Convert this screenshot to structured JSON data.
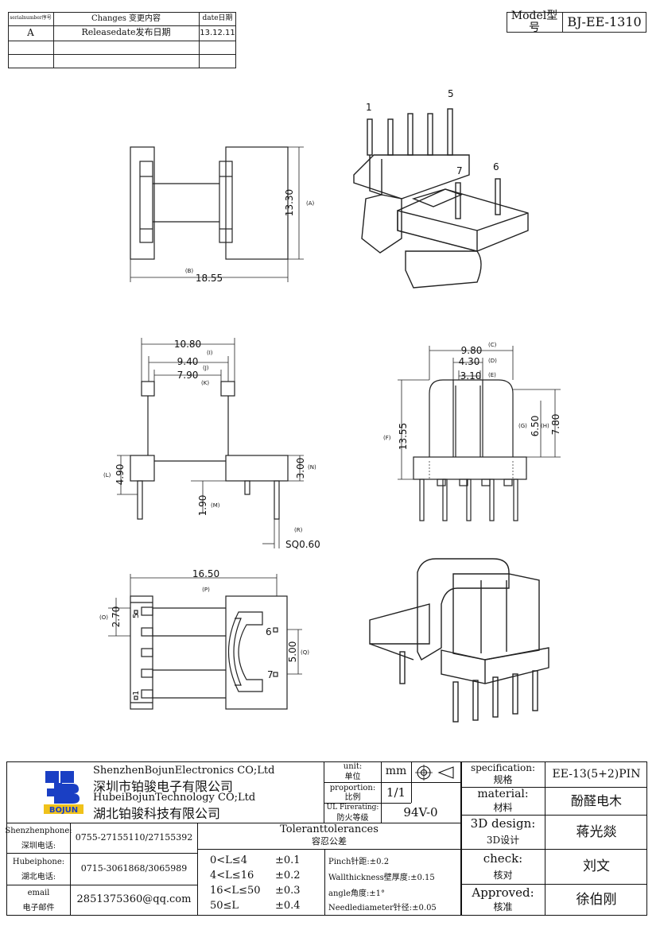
{
  "revision": {
    "headers": [
      "serialnumber序号",
      "Changes 变更内容",
      "date日期"
    ],
    "rows": [
      {
        "serial": "A",
        "change": "Releasedate发布日期",
        "date": "13.12.11"
      }
    ]
  },
  "model": {
    "label": "Model型号",
    "value": "BJ-EE-1310"
  },
  "pins": {
    "p1": "1",
    "p5": "5",
    "p6": "6",
    "p7": "7"
  },
  "dims": {
    "a": "13.30",
    "a_tag": "(A)",
    "b": "18.55",
    "b_tag": "(B)",
    "i": "10.80",
    "i_tag": "(I)",
    "j": "9.40",
    "j_tag": "(J)",
    "k": "7.90",
    "k_tag": "(K)",
    "l": "4.90",
    "l_tag": "(L)",
    "n": "3.00",
    "n_tag": "(N)",
    "m": "1.90",
    "m_tag": "(M)",
    "r": "SQ0.60",
    "r_tag": "(R)",
    "c": "9.80",
    "c_tag": "(C)",
    "d": "4.30",
    "d_tag": "(D)",
    "e": "3.10",
    "e_tag": "(E)",
    "f": "13.55",
    "f_tag": "(F)",
    "g": "6.50",
    "g_tag": "(G)",
    "h": "7.80",
    "h_tag": "(H)",
    "p": "16.50",
    "p_tag": "(P)",
    "o": "2.70",
    "o_tag": "(O)",
    "q": "5.00",
    "q_tag": "(Q)"
  },
  "company": {
    "name1_en": "ShenzhenBojunElectronics CO;Ltd",
    "name1_cn": "深圳市铂骏电子有限公司",
    "name2_en": "HubeiBojunTechnology CO;Ltd",
    "name2_cn": "湖北铂骏科技有限公司",
    "logo_text": "BOJUN"
  },
  "titleblock": {
    "unit_label": "unit:",
    "unit_label_cn": "单位",
    "unit_value": "mm",
    "proportion_label": "proportion:",
    "proportion_label_cn": "比例",
    "proportion_value": "1/1",
    "ul_label": "UL Firerating:",
    "ul_label_cn": "防火等级",
    "ul_value": "94V-0",
    "spec_label": "specification:",
    "spec_label_cn": "规格",
    "spec_value": "EE-13(5+2)PIN",
    "material_label": "material:",
    "material_label_cn": "材料",
    "material_value": "酚醛电木",
    "design_label": "3D design:",
    "design_label_cn": "3D设计",
    "design_value": "蒋光燚",
    "check_label": "check:",
    "check_label_cn": "核对",
    "check_value": "刘文",
    "approved_label": "Approved:",
    "approved_label_cn": "核准",
    "approved_value": "徐伯刚",
    "sz_phone_label": "Shenzhenphone:",
    "sz_phone_label_cn": "深圳电话:",
    "sz_phone": "0755-27155110/27155392",
    "hb_phone_label": "Hubeiphone:",
    "hb_phone_label_cn": "湖北电话:",
    "hb_phone": "0715-3061868/3065989",
    "email_label": "email",
    "email_label_cn": "电子邮件",
    "email": "2851375360@qq.com",
    "tol_title": "Toleranttolerances",
    "tol_title_cn": "容忍公差",
    "tol_ranges": [
      "0<L≤4",
      "4<L≤16",
      "16<L≤50",
      "50≤L"
    ],
    "tol_values": [
      "±0.1",
      "±0.2",
      "±0.3",
      "±0.4"
    ],
    "pinch": "Pinch针距:±0.2",
    "wall": "Wallthickness壁厚度:±0.15",
    "angle": "angle角度:±1°",
    "needle": "Needlediameter针径:±0.05"
  }
}
